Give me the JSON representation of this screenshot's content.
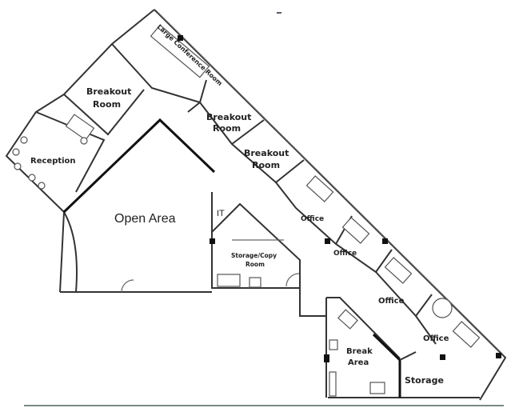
{
  "floorplan": {
    "rooms": {
      "large_conference": "Large Conference Room",
      "breakout_1": [
        "Breakout",
        "Room"
      ],
      "breakout_2": [
        "Breakout",
        "Room"
      ],
      "breakout_3": [
        "Breakout",
        "Room"
      ],
      "reception": "Reception",
      "open_area": "Open Area",
      "it": "IT",
      "storage_copy": [
        "Storage/Copy",
        "Room"
      ],
      "office_1": "Office",
      "office_2": "Office",
      "office_3": "Office",
      "office_4": "Office",
      "break_area": [
        "Break",
        "Area"
      ],
      "storage": "Storage"
    }
  }
}
